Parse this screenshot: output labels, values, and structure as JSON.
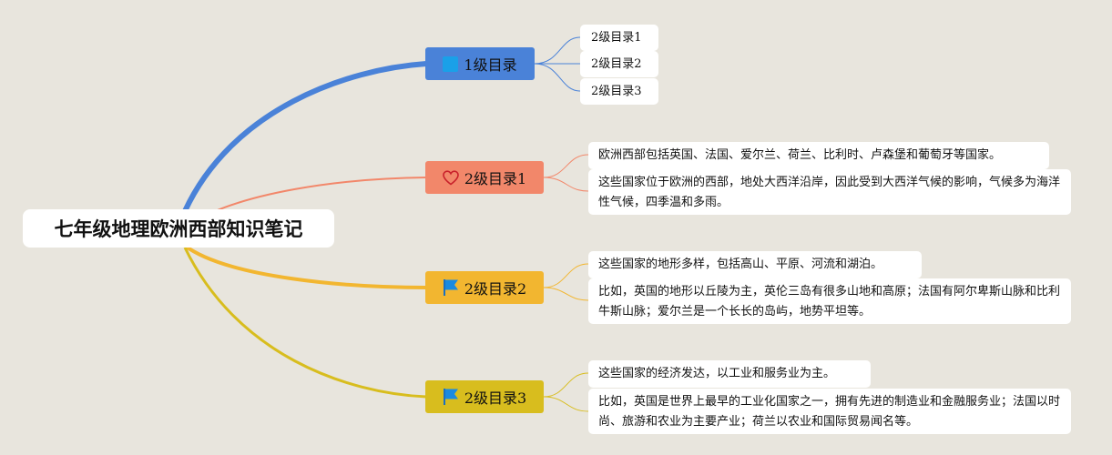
{
  "root": {
    "title": "七年级地理欧洲西部知识笔记"
  },
  "branches": [
    {
      "label": "1级目录",
      "icon": "blue-square-icon",
      "color": "#4a82d8",
      "children": [
        "2级目录1",
        "2级目录2",
        "2级目录3"
      ]
    },
    {
      "label": "2级目录1",
      "icon": "heart-icon",
      "color": "#f2876a",
      "children": [
        "欧洲西部包括英国、法国、爱尔兰、荷兰、比利时、卢森堡和葡萄牙等国家。",
        "这些国家位于欧洲的西部，地处大西洋沿岸，因此受到大西洋气候的影响，气候多为海洋性气候，四季温和多雨。"
      ]
    },
    {
      "label": "2级目录2",
      "icon": "flag-icon",
      "color": "#f2b630",
      "children": [
        "这些国家的地形多样，包括高山、平原、河流和湖泊。",
        "比如，英国的地形以丘陵为主，英伦三岛有很多山地和高原；法国有阿尔卑斯山脉和比利牛斯山脉；爱尔兰是一个长长的岛屿，地势平坦等。"
      ]
    },
    {
      "label": "2级目录3",
      "icon": "flag-icon",
      "color": "#d8bd1e",
      "children": [
        "这些国家的经济发达，以工业和服务业为主。",
        "比如，英国是世界上最早的工业化国家之一，拥有先进的制造业和金融服务业；法国以时尚、旅游和农业为主要产业；荷兰以农业和国际贸易闻名等。"
      ]
    }
  ]
}
